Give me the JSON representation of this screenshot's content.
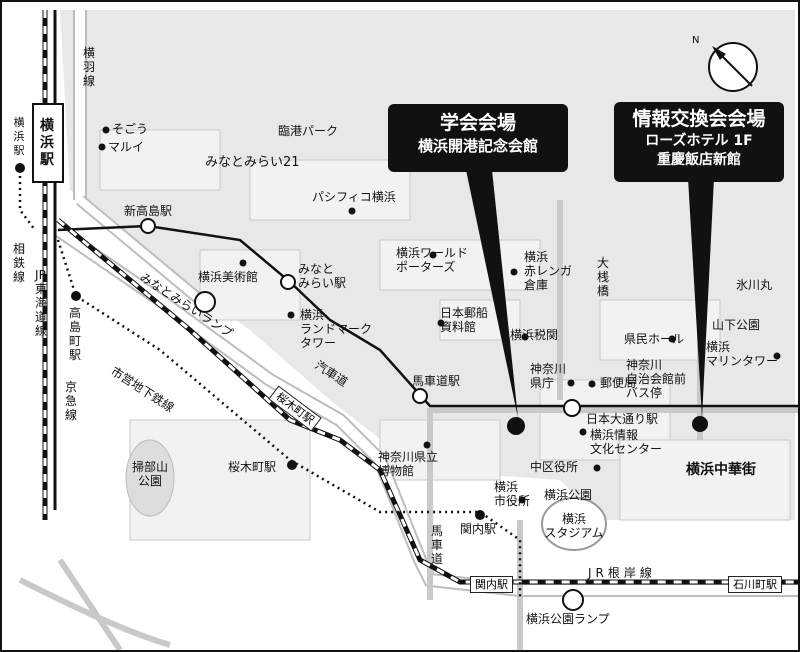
{
  "callouts": {
    "conference": {
      "title": "学会会場",
      "venue": "横浜開港記念会館"
    },
    "exchange": {
      "title": "情報交換会会場",
      "line1": "ローズホテル 1F",
      "line2": "重慶飯店新館"
    }
  },
  "compass": {
    "north": "N"
  },
  "areas": {
    "minatomirai": "みなとみらい21",
    "rinko": "臨港パーク",
    "chinatown": "横浜中華街"
  },
  "stations": {
    "yokohama_box": "横浜駅",
    "shintakashima": "新高島駅",
    "minatomirai": "みなと\nみらい駅",
    "bashamichi": "馬車道駅",
    "nihon_odori": "日本大通り駅",
    "sakuragicho": "桜木町駅",
    "sakuragicho_box": "桜木町駅",
    "kannai": "関内駅",
    "kannai_box": "関内駅",
    "takashimacho": "高島町駅",
    "ishikawacho_box": "石川町駅",
    "yokohama_sotetsu": "横浜駅"
  },
  "lines": {
    "yokohama_line": "横羽線",
    "sotetsu": "相鉄線",
    "jr_tokaido": "JR東海道線",
    "keikyu": "京急線",
    "municipal": "市営地下鉄線",
    "minatomirai_ramp": "みなとみらいランプ",
    "kisha_michi": "汽車道",
    "jr_negishi": "JR根岸線",
    "koen_ramp": "横浜公園ランプ",
    "bashamichi_st": "馬車道"
  },
  "landmarks": {
    "sogo": "そごう",
    "marui": "マルイ",
    "pacifico": "パシフィコ横浜",
    "museum": "横浜美術館",
    "world_porters": "横浜ワールド\nポーターズ",
    "red_brick": "横浜\n赤レンガ\n倉庫",
    "osanbashi": "大桟橋",
    "hikawamaru": "氷川丸",
    "landmark_tower": "横浜\nランドマーク\nタワー",
    "post_museum": "日本郵船\n資料館",
    "customs": "横浜税関",
    "kenmin_hall": "県民ホール",
    "yamashita_park": "山下公園",
    "pref_office": "神奈川\n県庁",
    "post_office": "郵便局",
    "bus_stop": "神奈川\n自治会館前\nバス停",
    "marine_tower": "横浜\nマリンタワー",
    "info_center": "横浜情報\n文化センター",
    "history_museum": "神奈川県立\n博物館",
    "naka_ward": "中区役所",
    "city_hall": "横浜\n市役所",
    "yokohama_park": "横浜公園",
    "stadium": "横浜\nスタジアム",
    "kamonyama": "掃部山\n公園"
  }
}
